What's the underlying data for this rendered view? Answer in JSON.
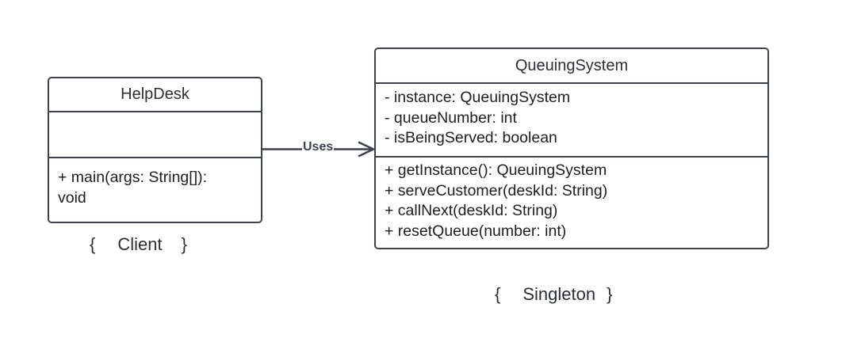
{
  "classes": {
    "helpdesk": {
      "name": "HelpDesk",
      "attributes": [],
      "operations": [
        "+ main(args: String[]):",
        "void"
      ]
    },
    "queuing_system": {
      "name": "QueuingSystem",
      "attributes": [
        "- instance: QueuingSystem",
        "- queueNumber: int",
        "- isBeingServed: boolean"
      ],
      "operations": [
        "+ getInstance(): QueuingSystem",
        "+ serveCustomer(deskId: String)",
        "+ callNext(deskId: String)",
        "+ resetQueue(number: int)"
      ]
    }
  },
  "relationship": {
    "label": "Uses",
    "from": "HelpDesk",
    "to": "QueuingSystem",
    "type": "dependency"
  },
  "stereotypes": {
    "client": {
      "open": "{",
      "text": "Client",
      "close": "}"
    },
    "singleton": {
      "open": "{",
      "text": "Singleton",
      "close": "}"
    }
  },
  "colors": {
    "stroke": "#3a4150",
    "text": "#1e1e1e",
    "background": "#ffffff"
  }
}
